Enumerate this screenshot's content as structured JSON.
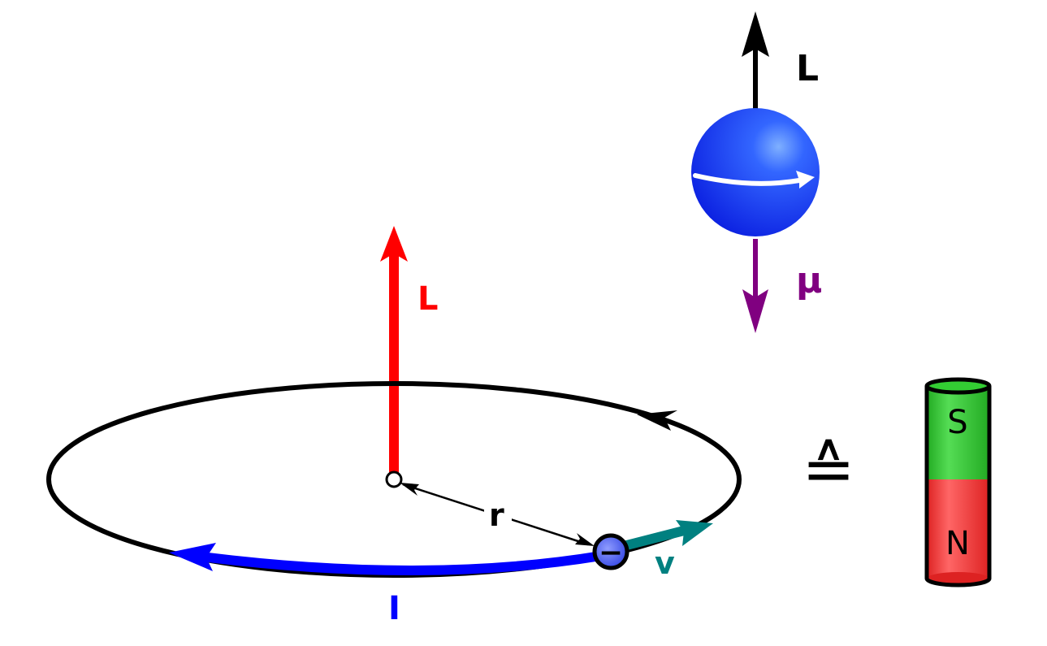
{
  "labels": {
    "spin_angular_momentum": "L",
    "magnetic_moment": "μ",
    "orbital_angular_momentum": "L",
    "radius": "r",
    "velocity": "v",
    "current": "I",
    "electron_sign": "−",
    "correspondence_symbol": "≙",
    "magnet_south": "S",
    "magnet_north": "N"
  },
  "colors": {
    "spin_vector": "#000000",
    "magnetic_moment": "#800080",
    "orbital_vector": "#ff0000",
    "velocity": "#008080",
    "current": "#0000ff",
    "electron": "#4a5cf0",
    "sphere": "#1a3cff",
    "magnet_south": "#33cc33",
    "magnet_north": "#ff4444",
    "orbit": "#000000"
  }
}
